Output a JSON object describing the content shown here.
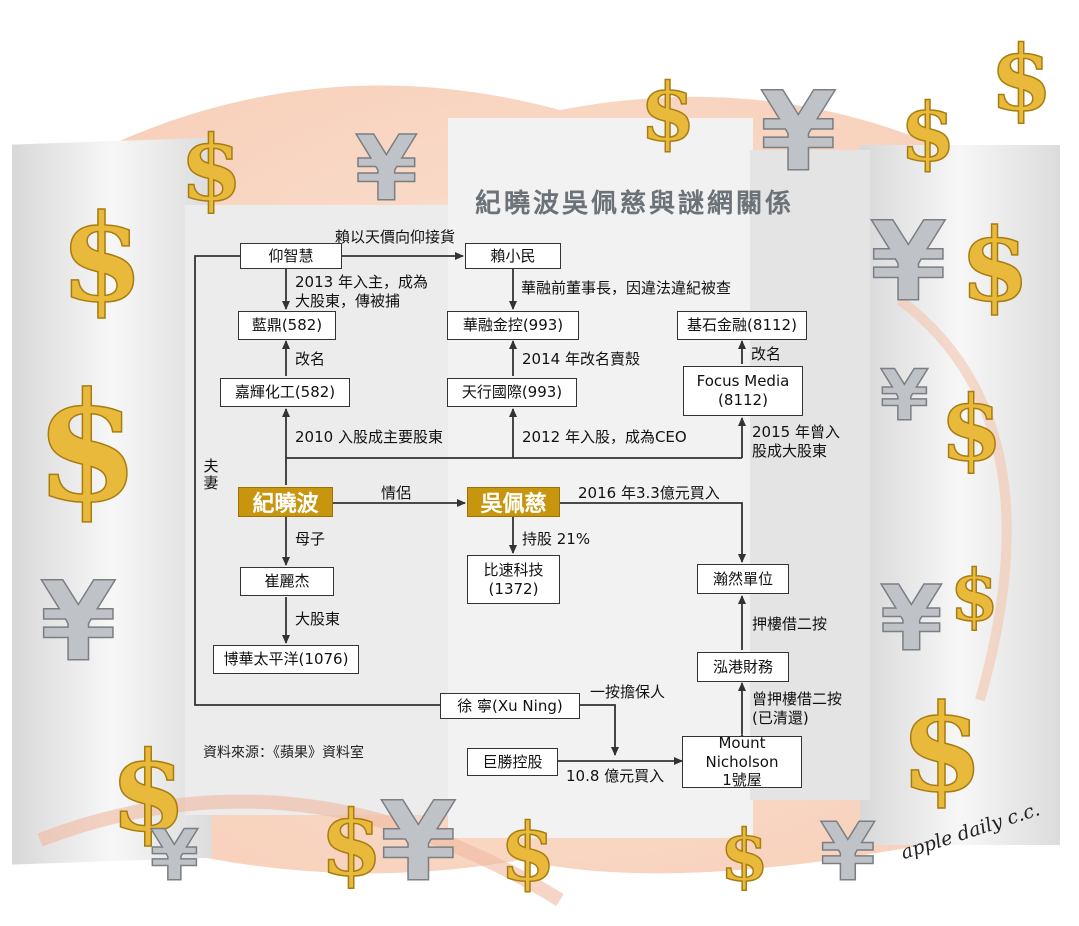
{
  "title": "紀曉波吳佩慈與謎網關係",
  "nodes": {
    "yang_zhihui": "仰智慧",
    "lai_xiaomin": "賴小民",
    "landing": "藍鼎(582)",
    "huarong": "華融金控(993)",
    "jishi": "基石金融(8112)",
    "jiahui": "嘉輝化工(582)",
    "tianxing": "天行國際(993)",
    "focus_line1": "Focus Media",
    "focus_line2": "(8112)",
    "ji_xiaobo": "紀曉波",
    "wu_peici": "吳佩慈",
    "cui_lijie": "崔麗杰",
    "bisu_line1": "比速科技",
    "bisu_line2": "(1372)",
    "hanran": "瀚然單位",
    "bohua": "博華太平洋(1076)",
    "honggang": "泓港財務",
    "xu_ning": "徐  寧(Xu Ning)",
    "jusheng": "巨勝控股",
    "mount_line1": "Mount Nicholson",
    "mount_line2": "1號屋"
  },
  "labels": {
    "yang_lai": "賴以天價向仰接貨",
    "yang_landing_1": "2013 年入主，成為",
    "yang_landing_2": "大股東，傳被捕",
    "lai_huarong": "華融前董事長，因違法違紀被查",
    "rename_landing": "改名",
    "tianxing_huarong": "2014 年改名賣殼",
    "rename_jishi": "改名",
    "ji_jiahui": "2010 入股成主要股東",
    "ji_tianxing": "2012 年入股，成為CEO",
    "wu_focus_1": "2015 年曾入",
    "wu_focus_2": "股成大股東",
    "spouse": "夫妻",
    "couple": "情侶",
    "wu_hanran": "2016 年3.3億元買入",
    "mother_son": "母子",
    "holding": "持股 21%",
    "major_shareholder": "大股東",
    "mortgage_second": "押樓借二按",
    "guarantor": "一按擔保人",
    "mortgage_cleared_1": "曾押樓借二按",
    "mortgage_cleared_2": "(已清還)",
    "bought_108": "10.8 億元買入"
  },
  "source": "資料來源：《蘋果》資料室",
  "signature": "apple daily c.c.",
  "colors": {
    "highlight": "#c8960e",
    "line": "#333333",
    "title": "#6b7278",
    "coin": "#e8b93a"
  },
  "decor": {
    "coin_glyph": "$",
    "yen_glyph": "¥"
  }
}
